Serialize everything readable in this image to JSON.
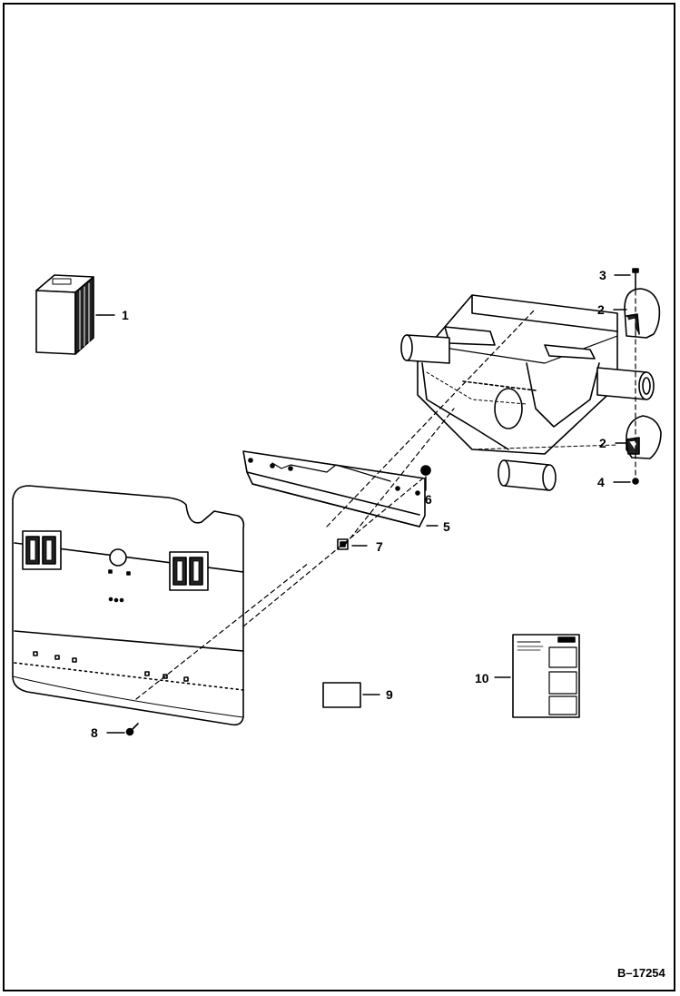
{
  "diagram": {
    "reference": "B–17254",
    "callouts": [
      {
        "id": "c1",
        "label": "1"
      },
      {
        "id": "c2a",
        "label": "2"
      },
      {
        "id": "c2b",
        "label": "2"
      },
      {
        "id": "c3",
        "label": "3"
      },
      {
        "id": "c4",
        "label": "4"
      },
      {
        "id": "c5",
        "label": "5"
      },
      {
        "id": "c6",
        "label": "6"
      },
      {
        "id": "c7",
        "label": "7"
      },
      {
        "id": "c8",
        "label": "8"
      },
      {
        "id": "c9",
        "label": "9"
      },
      {
        "id": "c10",
        "label": "10"
      }
    ]
  }
}
